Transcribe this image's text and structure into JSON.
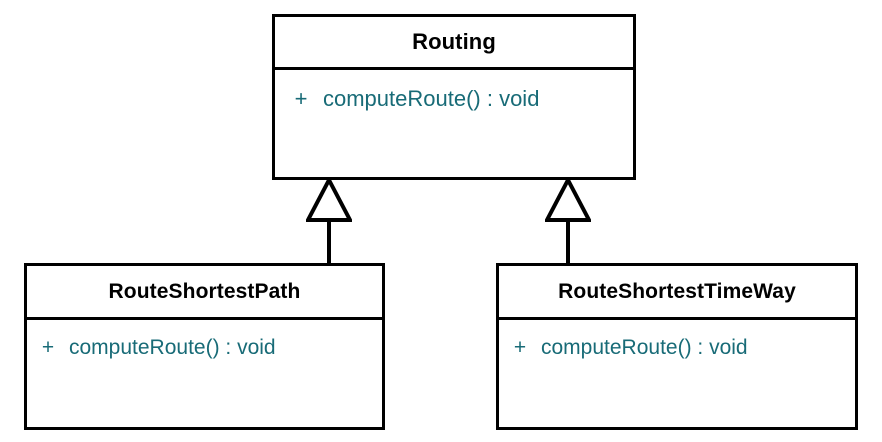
{
  "diagram": {
    "type": "uml-class-diagram",
    "background_color": "#ffffff",
    "border_color": "#000000",
    "title_color": "#000000",
    "member_color": "#186b77"
  },
  "classes": [
    {
      "id": "routing",
      "name": "Routing",
      "role": "superclass",
      "members": [
        {
          "visibility": "+",
          "signature": "computeRoute() : void"
        }
      ]
    },
    {
      "id": "routeshortestpath",
      "name": "RouteShortestPath",
      "role": "subclass",
      "members": [
        {
          "visibility": "+",
          "signature": "computeRoute() : void"
        }
      ]
    },
    {
      "id": "routeshortesttimeway",
      "name": "RouteShortestTimeWay",
      "role": "subclass",
      "members": [
        {
          "visibility": "+",
          "signature": "computeRoute() : void"
        }
      ]
    }
  ],
  "relationships": [
    {
      "id": "gen-left",
      "kind": "generalization",
      "from": "RouteShortestPath",
      "to": "Routing"
    },
    {
      "id": "gen-right",
      "kind": "generalization",
      "from": "RouteShortestTimeWay",
      "to": "Routing"
    }
  ]
}
